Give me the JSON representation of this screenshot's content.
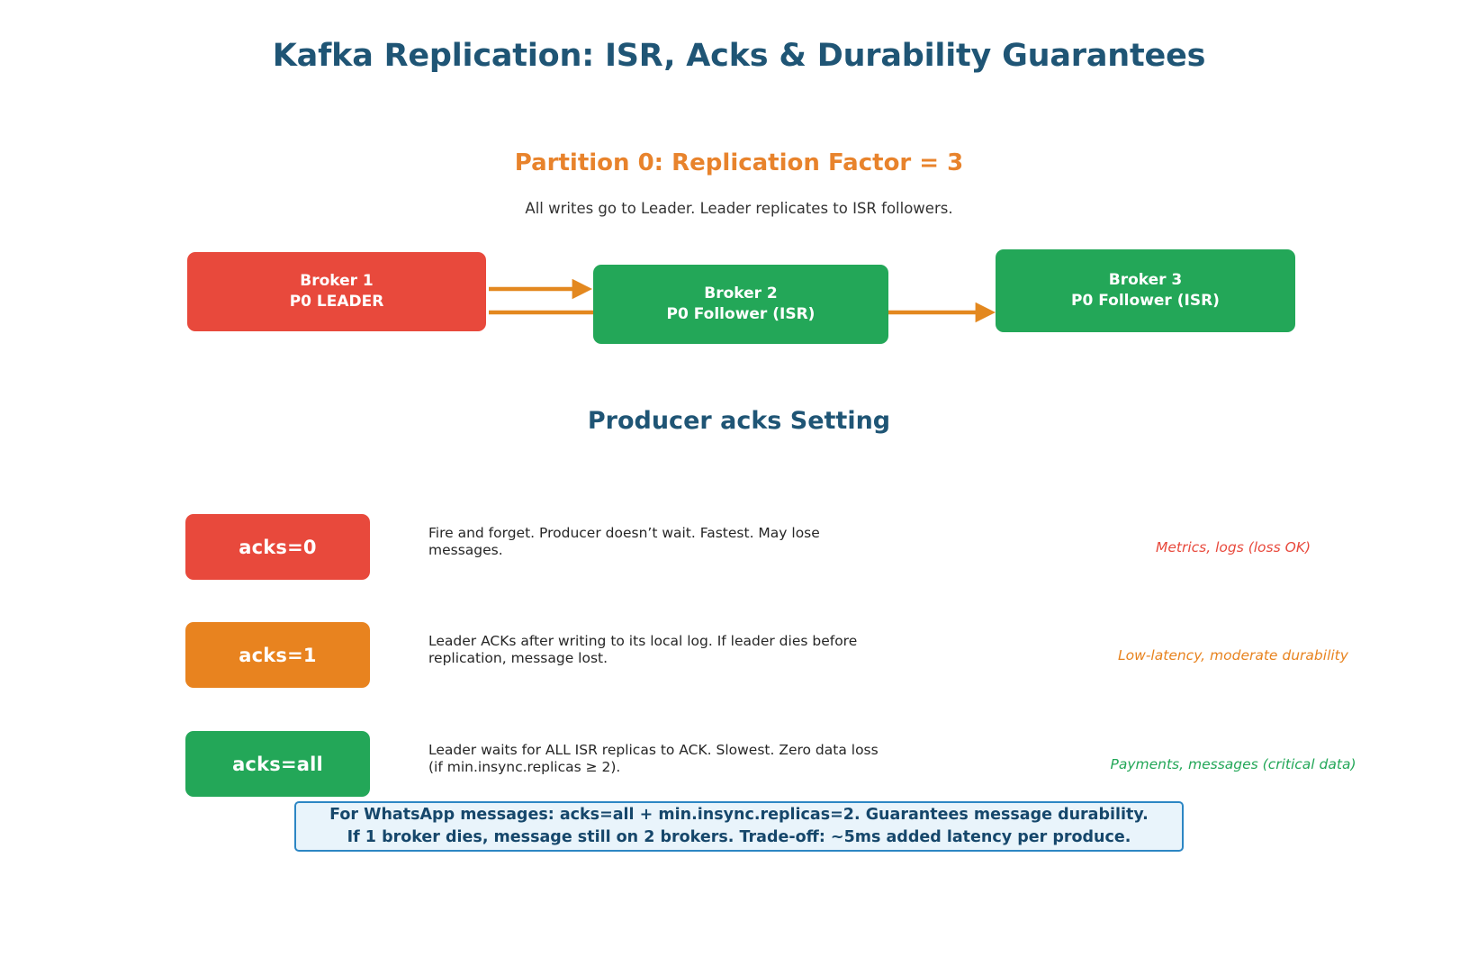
{
  "header": {
    "title": "Kafka Replication: ISR, Acks & Durability Guarantees",
    "title_color": "#1f5575"
  },
  "partition": {
    "heading": "Partition 0: Replication Factor = 3",
    "heading_color": "#e8832c",
    "subtitle": "All writes go to Leader. Leader replicates to ISR followers.",
    "arrow_color": "#e3881f",
    "brokers": [
      {
        "name": "Broker 1",
        "role": "P0 LEADER",
        "color": "#e8493c",
        "kind": "leader"
      },
      {
        "name": "Broker 2",
        "role": "P0 Follower (ISR)",
        "color": "#23a758",
        "kind": "follower"
      },
      {
        "name": "Broker 3",
        "role": "P0 Follower (ISR)",
        "color": "#23a758",
        "kind": "follower"
      }
    ]
  },
  "producer": {
    "heading": "Producer acks Setting",
    "heading_color": "#1f5575",
    "rows": [
      {
        "label": "acks=0",
        "color": "#e8493c",
        "description": "Fire and forget. Producer doesn’t wait. Fastest. May lose messages.",
        "usecase": "Metrics, logs (loss OK)",
        "usecase_color": "#e8493c"
      },
      {
        "label": "acks=1",
        "color": "#e8831f",
        "description": "Leader ACKs after writing to its local log. If leader dies before replication, message lost.",
        "usecase": "Low-latency, moderate durability",
        "usecase_color": "#e8831f"
      },
      {
        "label": "acks=all",
        "color": "#23a758",
        "description": "Leader waits for ALL ISR replicas to ACK. Slowest. Zero data loss (if min.insync.replicas ≥ 2).",
        "usecase": "Payments, messages (critical data)",
        "usecase_color": "#23a758"
      }
    ]
  },
  "callout": {
    "line1": "For WhatsApp messages: acks=all + min.insync.replicas=2. Guarantees message durability.",
    "line2": "If 1 broker dies, message still on 2 brokers. Trade-off: ~5ms added latency per produce.",
    "fill": "#e9f4fb",
    "border": "#2c86c4",
    "text_color": "#16476b"
  }
}
